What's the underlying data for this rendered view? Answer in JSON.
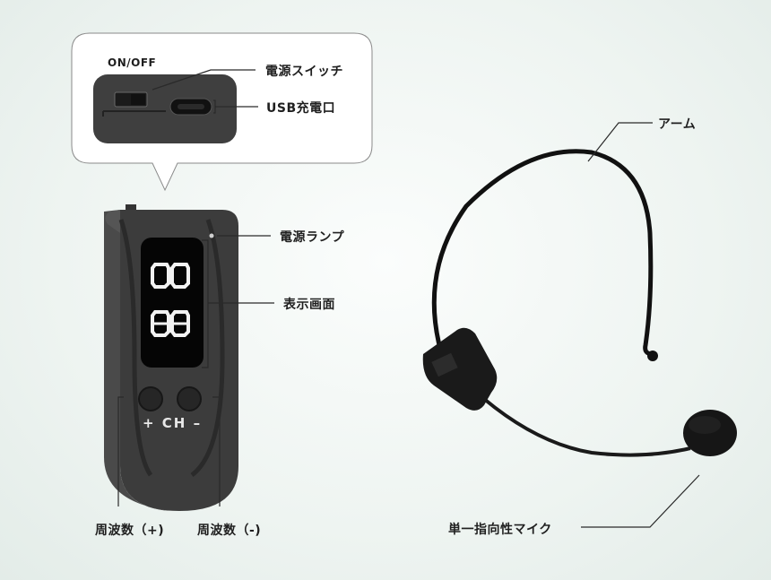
{
  "callout": {
    "switch_state": "ON/OFF"
  },
  "labels": {
    "power_switch": "電源スイッチ",
    "usb_port": "USB充電口",
    "arm": "アーム",
    "power_lamp": "電源ランプ",
    "display": "表示画面",
    "freq_plus": "周波数（+)",
    "freq_minus": "周波数（-)",
    "mic": "単一指向性マイク"
  },
  "device": {
    "channel_label": "+ CH –"
  },
  "colors": {
    "device_body": "#3c3c3c",
    "display_bg": "#050505",
    "display_digits": "#f2f2f2",
    "leader_line": "#2a2a2a"
  }
}
